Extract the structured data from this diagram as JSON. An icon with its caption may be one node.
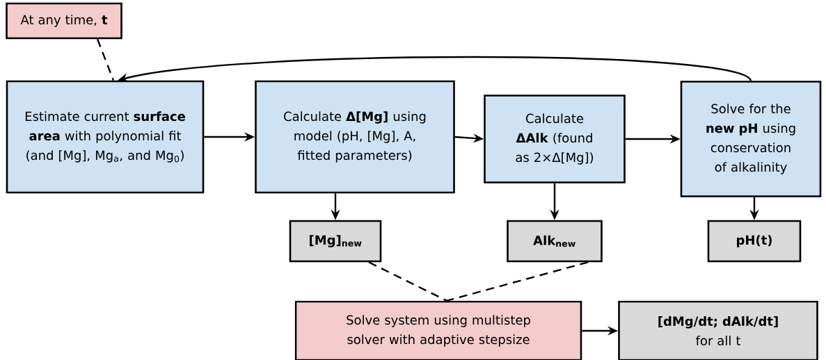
{
  "diagram": {
    "nodes": [
      {
        "text": [
          "At any time, **t**"
        ]
      },
      {
        "text": [
          "Estimate current **surface area** with polynomial fit (and [Mg], Mg$_{a}$, and Mg$_{0}$)"
        ]
      },
      {
        "text": [
          "Calculate **Δ[Mg]** using model (pH, [Mg], A, fitted parameters)"
        ]
      },
      {
        "text": [
          "Calculate **ΔAlk** (found as 2×Δ[Mg])"
        ]
      },
      {
        "text": [
          "Solve for the **new pH** using conservation of alkalinity"
        ]
      },
      {
        "text": [
          "[Mg]$_{new}$"
        ]
      },
      {
        "text": [
          "Alk$_{new}$"
        ]
      },
      {
        "text": [
          "pH(t)"
        ]
      },
      {
        "text": [
          "Solve system using multistep solver with adaptive stepsize"
        ]
      },
      {
        "text": [
          "[dMg/dt; dAlk/dt]",
          "for all t"
        ]
      }
    ],
    "edges": [
      {
        "from": 0,
        "to": 1,
        "arrow": "none",
        "style": "dashed"
      },
      {
        "from": 4,
        "to": 1,
        "arrow": "to"
      },
      {
        "from": 1,
        "to": 2,
        "arrow": "to"
      },
      {
        "from": 2,
        "to": 3,
        "arrow": "to"
      },
      {
        "from": 3,
        "to": 4,
        "arrow": "to"
      },
      {
        "from": 2,
        "to": 5,
        "arrow": "to"
      },
      {
        "from": 3,
        "to": 6,
        "arrow": "to"
      },
      {
        "from": 4,
        "to": 7,
        "arrow": "to"
      },
      {
        "from": 5,
        "to": 8,
        "arrow": "none",
        "style": "dashed"
      },
      {
        "from": 6,
        "to": 8,
        "arrow": "none",
        "style": "dashed"
      },
      {
        "from": 8,
        "to": 9,
        "arrow": "to"
      }
    ]
  }
}
